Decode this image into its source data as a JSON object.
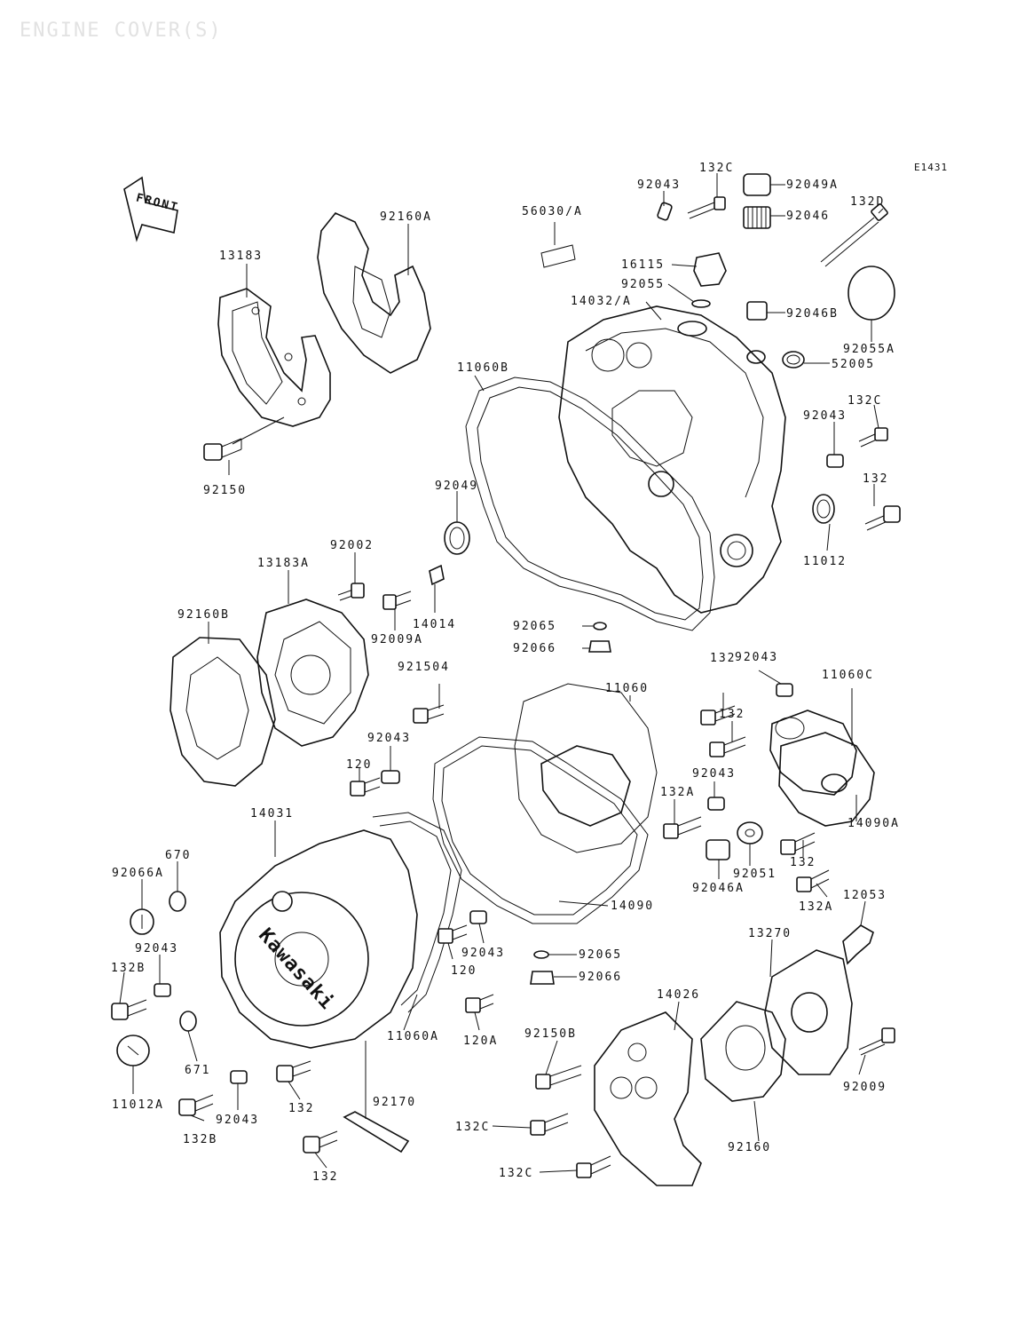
{
  "title": "ENGINE COVER(S)",
  "diagram_code": "E1431",
  "front_arrow_label": "FRONT",
  "kawasaki_logo": "Kawasaki",
  "labels": [
    {
      "id": "l-132c-top",
      "text": "132C"
    },
    {
      "id": "l-92043-top",
      "text": "92043"
    },
    {
      "id": "l-92049a",
      "text": "92049A"
    },
    {
      "id": "l-92046",
      "text": "92046"
    },
    {
      "id": "l-132d",
      "text": "132D"
    },
    {
      "id": "l-56030a",
      "text": "56030/A"
    },
    {
      "id": "l-16115",
      "text": "16115"
    },
    {
      "id": "l-92055",
      "text": "92055"
    },
    {
      "id": "l-14032a",
      "text": "14032/A"
    },
    {
      "id": "l-92046b",
      "text": "92046B"
    },
    {
      "id": "l-92055a",
      "text": "92055A"
    },
    {
      "id": "l-52005",
      "text": "52005"
    },
    {
      "id": "l-13183",
      "text": "13183"
    },
    {
      "id": "l-92160a",
      "text": "92160A"
    },
    {
      "id": "l-11060b",
      "text": "11060B"
    },
    {
      "id": "l-132c-r",
      "text": "132C"
    },
    {
      "id": "l-92043-r",
      "text": "92043"
    },
    {
      "id": "l-92150",
      "text": "92150"
    },
    {
      "id": "l-92049",
      "text": "92049"
    },
    {
      "id": "l-132-r",
      "text": "132"
    },
    {
      "id": "l-11012",
      "text": "11012"
    },
    {
      "id": "l-92002",
      "text": "92002"
    },
    {
      "id": "l-13183a",
      "text": "13183A"
    },
    {
      "id": "l-14014",
      "text": "14014"
    },
    {
      "id": "l-92009a",
      "text": "92009A"
    },
    {
      "id": "l-92160b",
      "text": "92160B"
    },
    {
      "id": "l-92065-top",
      "text": "92065"
    },
    {
      "id": "l-92066-top",
      "text": "92066"
    },
    {
      "id": "l-92043-mr",
      "text": "92043"
    },
    {
      "id": "l-132-m1",
      "text": "132"
    },
    {
      "id": "l-11060c",
      "text": "11060C"
    },
    {
      "id": "l-921504a",
      "text": "921504"
    },
    {
      "id": "l-11060",
      "text": "11060"
    },
    {
      "id": "l-132-m2",
      "text": "132"
    },
    {
      "id": "l-92043-m",
      "text": "92043"
    },
    {
      "id": "l-120-a",
      "text": "120"
    },
    {
      "id": "l-92043-m2",
      "text": "92043"
    },
    {
      "id": "l-132a-a",
      "text": "132A"
    },
    {
      "id": "l-14090a",
      "text": "14090A"
    },
    {
      "id": "l-14031",
      "text": "14031"
    },
    {
      "id": "l-132-m3",
      "text": "132"
    },
    {
      "id": "l-92051",
      "text": "92051"
    },
    {
      "id": "l-92046a",
      "text": "92046A"
    },
    {
      "id": "l-670",
      "text": "670"
    },
    {
      "id": "l-92066a",
      "text": "92066A"
    },
    {
      "id": "l-14090",
      "text": "14090"
    },
    {
      "id": "l-132a-b",
      "text": "132A"
    },
    {
      "id": "l-12053",
      "text": "12053"
    },
    {
      "id": "l-92043-l",
      "text": "92043"
    },
    {
      "id": "l-120-b",
      "text": "120"
    },
    {
      "id": "l-92043-c",
      "text": "92043"
    },
    {
      "id": "l-92065-b",
      "text": "92065"
    },
    {
      "id": "l-13270",
      "text": "13270"
    },
    {
      "id": "l-132b-a",
      "text": "132B"
    },
    {
      "id": "l-92066-b",
      "text": "92066"
    },
    {
      "id": "l-14026",
      "text": "14026"
    },
    {
      "id": "l-671",
      "text": "671"
    },
    {
      "id": "l-11060a",
      "text": "11060A"
    },
    {
      "id": "l-120a",
      "text": "120A"
    },
    {
      "id": "l-92150b",
      "text": "92150B"
    },
    {
      "id": "l-11012a",
      "text": "11012A"
    },
    {
      "id": "l-92043-bl",
      "text": "92043"
    },
    {
      "id": "l-132-b",
      "text": "132"
    },
    {
      "id": "l-92009",
      "text": "92009"
    },
    {
      "id": "l-132b-b",
      "text": "132B"
    },
    {
      "id": "l-92170",
      "text": "92170"
    },
    {
      "id": "l-132c-b1",
      "text": "132C"
    },
    {
      "id": "l-92160",
      "text": "92160"
    },
    {
      "id": "l-132-bb",
      "text": "132"
    },
    {
      "id": "l-132c-b2",
      "text": "132C"
    }
  ]
}
